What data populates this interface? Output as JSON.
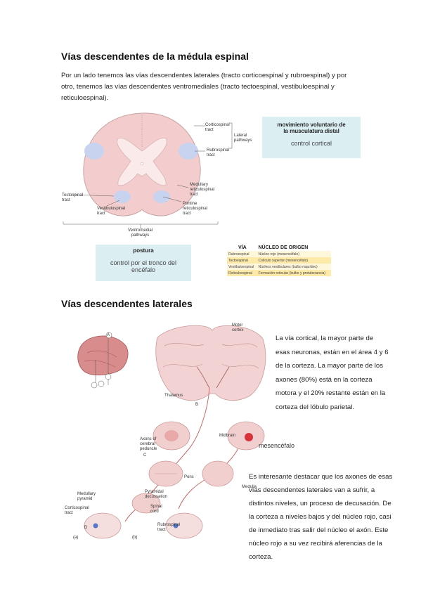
{
  "section1": {
    "title": "Vías descendentes de la médula espinal",
    "intro_lines": [
      "Por un lado tenemos las vías descendentes laterales (tracto corticoespinal y rubroespinal) y por",
      "otro, tenemos las vías descendentes ventromediales (tracto tectoespinal, vestibuloespinal y",
      "reticuloespinal)."
    ]
  },
  "spinal_figure": {
    "corticospinal": [
      "Corticospinal",
      "tract"
    ],
    "rubrospinal": [
      "Rubrospinal",
      "tract"
    ],
    "lateral": [
      "Lateral",
      "pathways"
    ],
    "medullary": [
      "Medullary",
      "reticulospinal",
      "tract"
    ],
    "pontine": [
      "Pontine",
      "reticulospinal",
      "tract"
    ],
    "tectospinal": [
      "Tectospinal",
      "tract"
    ],
    "vestibulospinal": [
      "Vestibulospinal",
      "tract"
    ],
    "ventromedial": [
      "Ventromedial",
      "pathways"
    ]
  },
  "box_voluntary": {
    "title_lines": [
      "movimiento voluntario de",
      "la musculatura distal"
    ],
    "subtitle": "control cortical"
  },
  "box_posture": {
    "title": "postura",
    "subtitle_lines": [
      "control por el tronco del",
      "encéfalo"
    ]
  },
  "origin_table": {
    "headers": [
      "VÍA",
      "NÚCLEO DE ORIGEN"
    ],
    "rows": [
      [
        "Rubroespinal",
        "Núcleo rojo (mesencéfalo)"
      ],
      [
        "Tectoespinal",
        "Colículo superior (mesencéfalo)"
      ],
      [
        "Vestibuloespinal",
        "Núcleos vestibulares (bulbo raquídeo)"
      ],
      [
        "Reticuloespinal",
        "Formación reticular (bulbo y protuberancia)"
      ]
    ]
  },
  "section2": {
    "title": "Vías descendentes laterales",
    "para1_lines": [
      "La vía cortical, la mayor parte de",
      "esas neuronas, están en el área 4 y 6",
      "de la corteza. La mayor parte de los",
      "axones (80%) está en la corteza",
      "motora y el 20% restante están en la",
      "corteza del lóbulo parietal."
    ],
    "para2_lines": [
      "Es interesante destacar que los axones de esas",
      "vías descendentes laterales van a sufrir, a",
      "distintos niveles, un proceso de decusación. De",
      "la corteza a niveles bajos y del núcleo rojo, casi",
      "de inmediato tras salir del núcleo el axón. Este",
      "núcleo rojo a su vez recibirá aferencias de la",
      "corteza."
    ]
  },
  "brain_figure": {
    "markers": [
      "A",
      "B",
      "C",
      "D"
    ],
    "labels": {
      "motor_cortex": [
        "Motor",
        "cortex"
      ],
      "thalamus": "Thalamus",
      "midbrain": "Midbrain",
      "axons": [
        "Axons of",
        "cerebral",
        "peduncle"
      ],
      "pons": "Pons",
      "medulla": "Medulla",
      "pyramidal_tract": [
        "Medullary",
        "pyramid"
      ],
      "decussation": [
        "Pyramidal",
        "decussation"
      ],
      "spinal_cord": [
        "Spinal",
        "cord"
      ],
      "cortico_tract": [
        "Corticospinal",
        "tract"
      ],
      "rubrospinal_tract": [
        "Rubrospinal",
        "tract"
      ],
      "part_a": "(a)",
      "part_b": "(b)",
      "mesencefalo": "mesencéfalo"
    }
  },
  "colors": {
    "box_bg": "#dbeef2",
    "table_yellow": "#fde9a8",
    "tissue_pink": "#f4cfcf",
    "gray_matter": "#f6e4e4",
    "tract_blue": "#c9d6f0",
    "red_nucleus": "#d9333a"
  }
}
